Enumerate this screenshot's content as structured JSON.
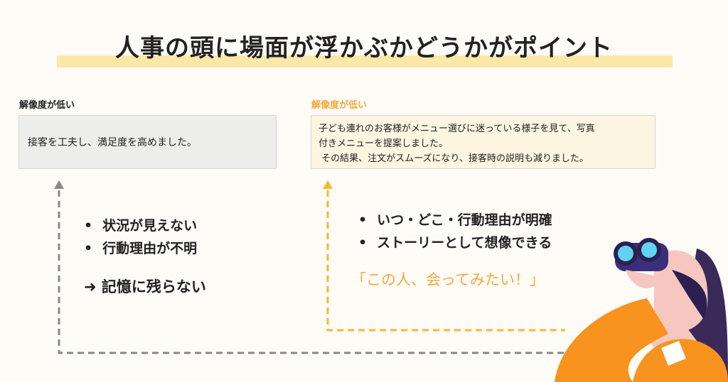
{
  "title": "人事の頭に場面が浮かぶかどうかがポイント",
  "left": {
    "label": "解像度が低い",
    "text": "接客を工夫し、満足度を高めました。",
    "bullets": [
      "状況が見えない",
      "行動理由が不明"
    ],
    "conclusion": "➜ 記憶に残らない"
  },
  "right": {
    "label": "解像度が低い",
    "lines": [
      "子ども連れのお客様がメニュー選びに迷っている様子を見て、写真",
      "付きメニューを提案しました。",
      " その結果、注文がスムーズになり、接客時の説明も減りました。"
    ],
    "bullets": [
      "いつ・どこ・行動理由が明確",
      "ストーリーとして想像できる"
    ],
    "quote": "「この人、会ってみたい！」"
  },
  "colors": {
    "accent": "#f2a93b",
    "highlight": "#fbe7a8",
    "gray": "#888888"
  }
}
